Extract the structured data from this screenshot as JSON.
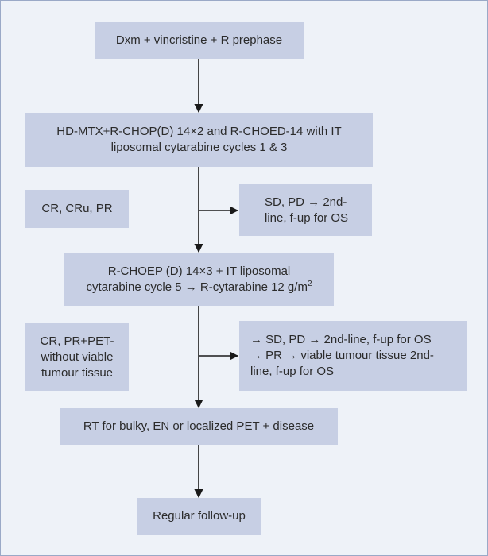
{
  "nodes": {
    "prephase": {
      "lines": [
        "Dxm + vincristine + R prephase"
      ]
    },
    "induction": {
      "lines": [
        "HD-MTX+R-CHOP(D) 14×2 and R-CHOED-14 with IT",
        "liposomal cytarabine cycles 1 & 3"
      ]
    },
    "response1_good": {
      "lines": [
        "CR, CRu, PR"
      ]
    },
    "response1_poor": {
      "lines": [
        "SD, PD → 2nd-",
        "line, f-up for OS"
      ]
    },
    "consolidation": {
      "line1": "R-CHOEP (D) 14×3 + IT liposomal",
      "line2_main": "cytarabine cycle 5 → R-cytarabine 12 g/m",
      "line2_sup": "2"
    },
    "response2_good": {
      "lines": [
        "CR, PR+PET-",
        "without viable",
        "tumour tissue"
      ]
    },
    "response2_poor": {
      "lines": [
        "→ SD, PD → 2nd-line, f-up for OS",
        "→ PR → viable tumour tissue 2nd-",
        "line, f-up for OS"
      ]
    },
    "radiotherapy": {
      "lines": [
        "RT for bulky, EN or localized PET + disease"
      ]
    },
    "followup": {
      "lines": [
        "Regular follow-up"
      ]
    }
  },
  "colors": {
    "box_fill": "#c7cfe4",
    "background": "#eef2f8",
    "border": "#9aa9c7",
    "arrow": "#1a1a1a"
  }
}
